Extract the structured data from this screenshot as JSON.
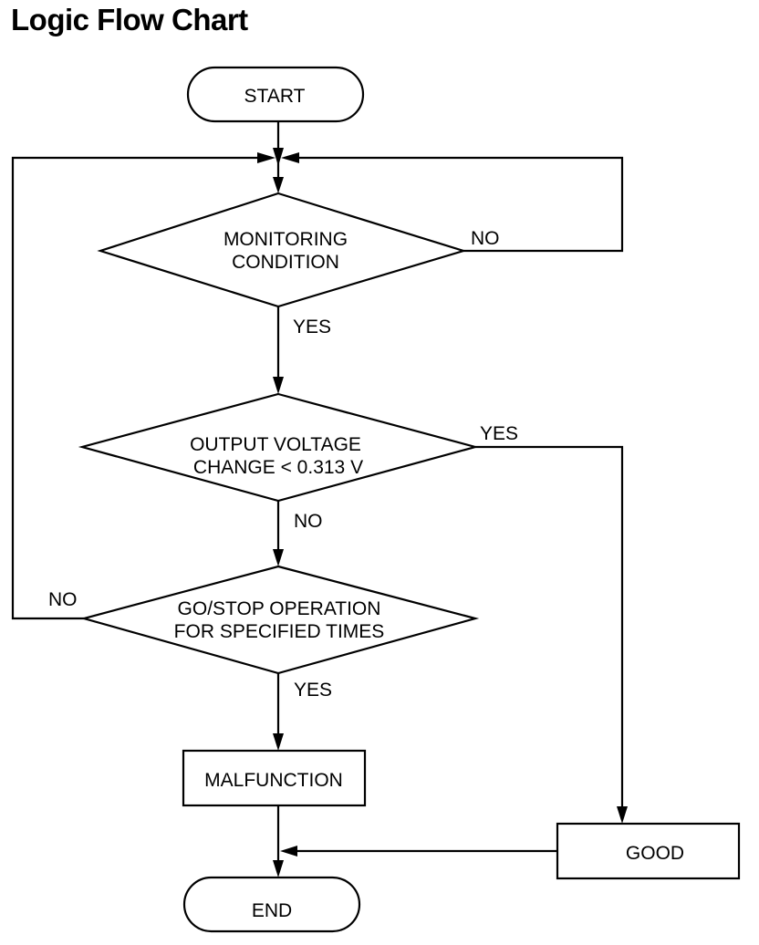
{
  "title": "Logic Flow Chart",
  "nodes": {
    "start": "START",
    "monitoring": [
      "MONITORING",
      "CONDITION"
    ],
    "voltage": [
      "OUTPUT VOLTAGE",
      "CHANGE < 0.313 V"
    ],
    "gostop": [
      "GO/STOP OPERATION",
      "FOR SPECIFIED TIMES"
    ],
    "malfunction": "MALFUNCTION",
    "good": "GOOD",
    "end": "END"
  },
  "branches": {
    "monitoring_no": "NO",
    "monitoring_yes": "YES",
    "voltage_yes": "YES",
    "voltage_no": "NO",
    "gostop_no": "NO",
    "gostop_yes": "YES"
  }
}
